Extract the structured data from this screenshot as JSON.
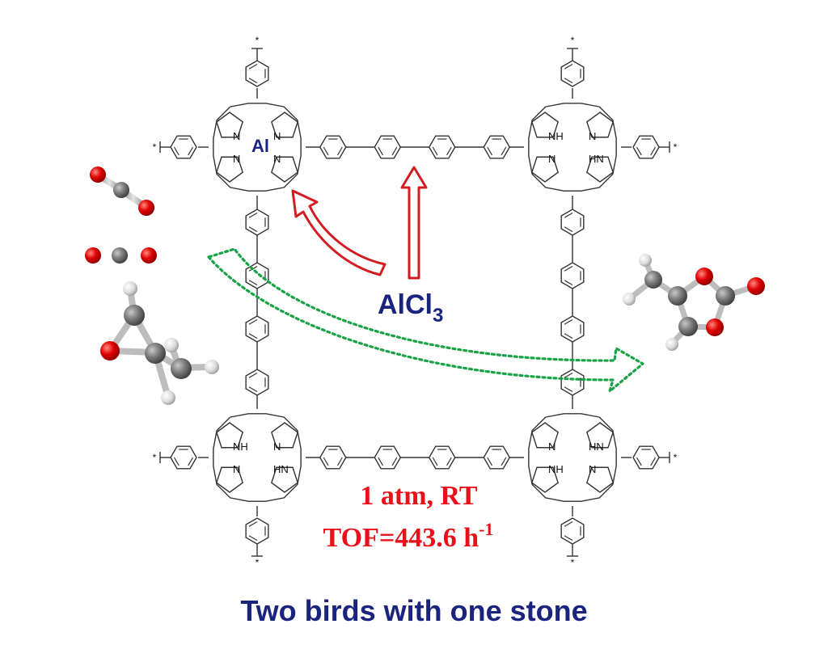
{
  "framework": {
    "central_metal": "Al",
    "pyrrole_n": "N",
    "pyrrole_nh": "NH",
    "pyrrole_hn": "HN",
    "end_group": "*"
  },
  "reagent": {
    "prefix": "AlCl",
    "subscript": "3"
  },
  "conditions": {
    "line1": "1 atm, RT",
    "line2_prefix": "TOF=443.6 h",
    "line2_superscript": "-1"
  },
  "caption": "Two birds with one stone",
  "colors": {
    "caption": "#1a237e",
    "conditions": "#e8101a",
    "arrow_red": "#d31b22",
    "arrow_green": "#19a246",
    "oxygen": "#d40000",
    "carbon": "#6f6f6f",
    "hydrogen": "#e4e4e4",
    "bond": "#333333"
  },
  "molecules": {
    "co2": "co2-molecule",
    "epoxide": "propylene-oxide-molecule",
    "product": "propylene-carbonate-molecule"
  }
}
